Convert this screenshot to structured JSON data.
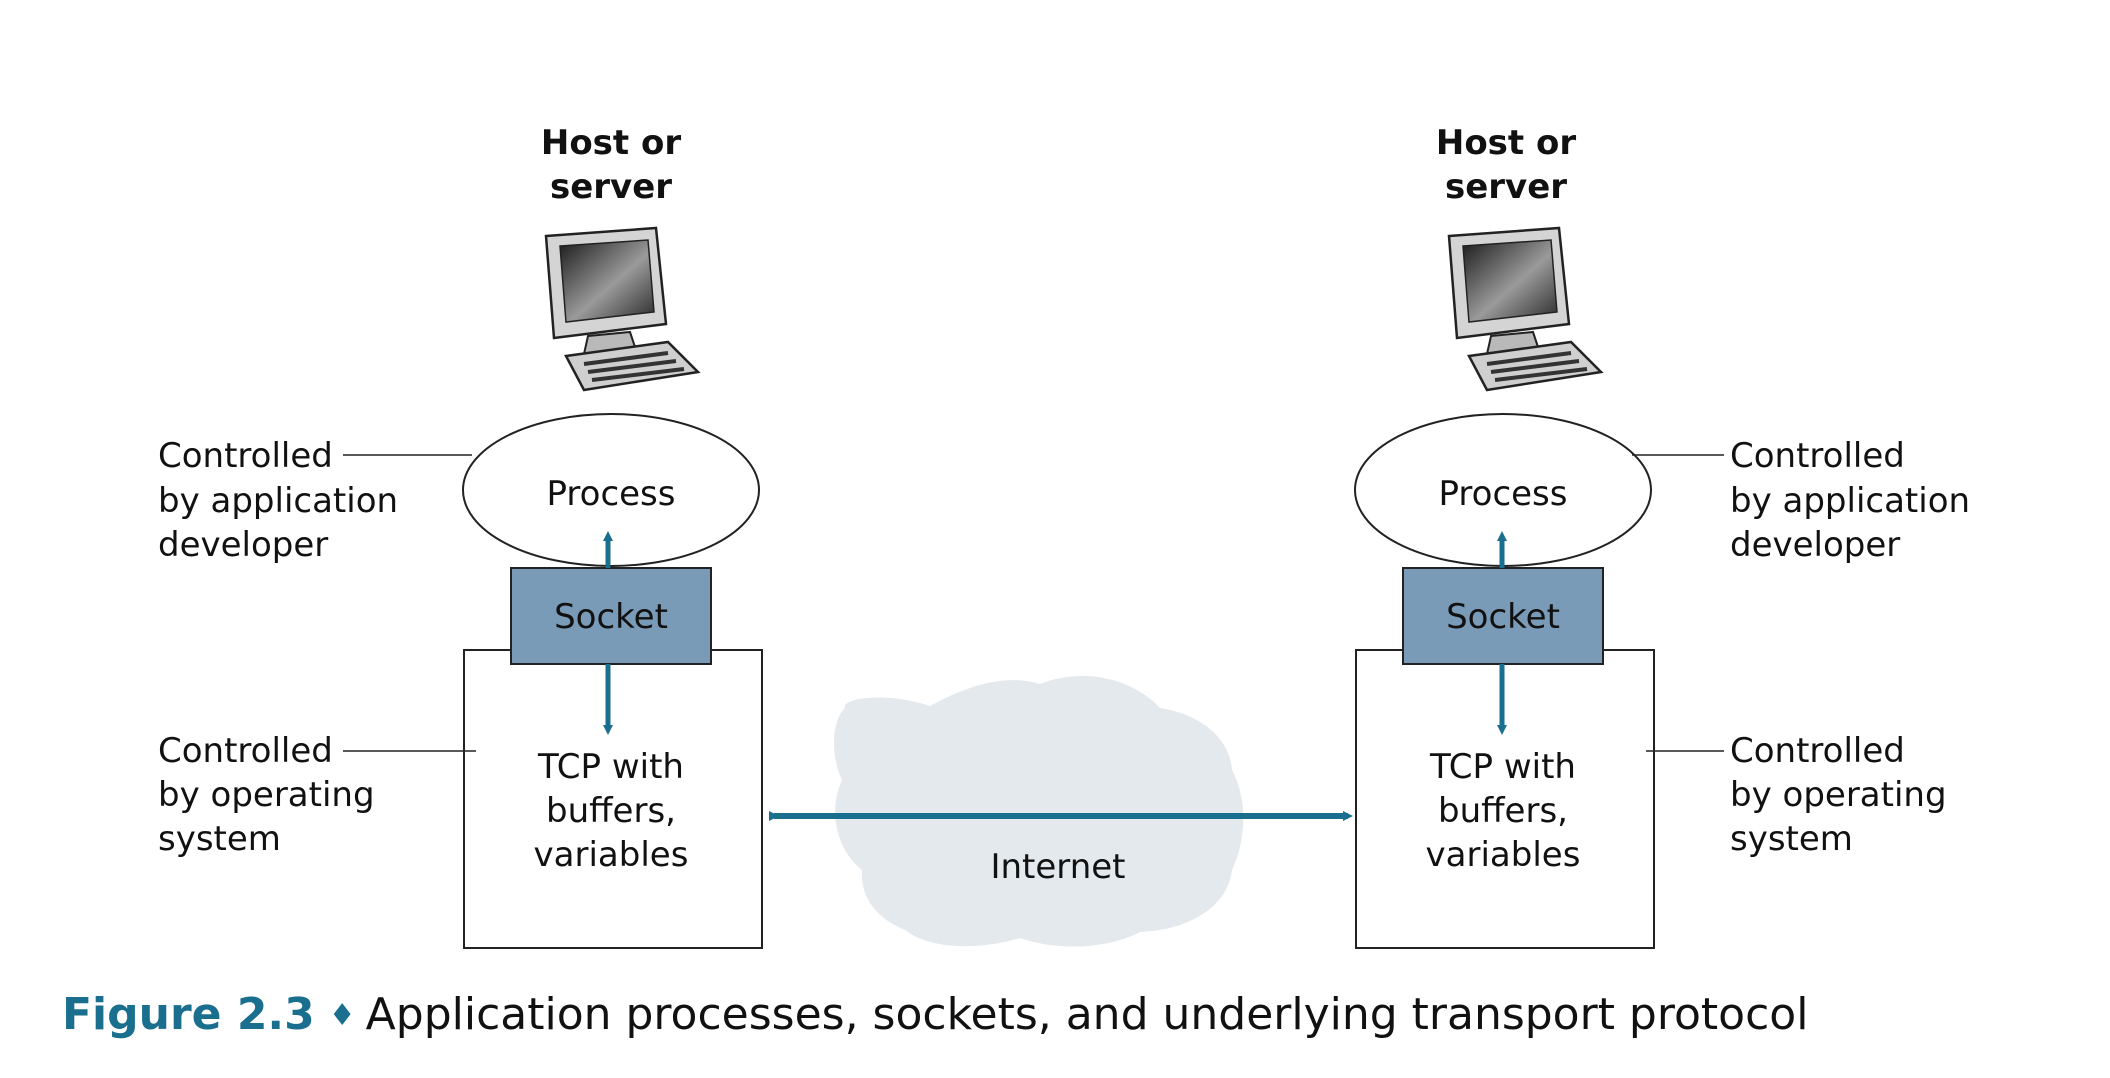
{
  "colors": {
    "accent": "#1a6e8e",
    "socket_fill": "#7a9bb8",
    "cloud_fill": "#e3e9ed",
    "arrow": "#1a6e8e"
  },
  "left_host": {
    "title_line1": "Host or",
    "title_line2": "server",
    "icon": "desktop-computer-icon",
    "process_label": "Process",
    "socket_label": "Socket",
    "tcp_line1": "TCP with",
    "tcp_line2": "buffers,",
    "tcp_line3": "variables",
    "app_note": [
      "Controlled",
      "by application",
      "developer"
    ],
    "os_note": [
      "Controlled",
      "by operating",
      "system"
    ]
  },
  "right_host": {
    "title_line1": "Host or",
    "title_line2": "server",
    "icon": "desktop-computer-icon",
    "process_label": "Process",
    "socket_label": "Socket",
    "tcp_line1": "TCP with",
    "tcp_line2": "buffers,",
    "tcp_line3": "variables",
    "app_note": [
      "Controlled",
      "by application",
      "developer"
    ],
    "os_note": [
      "Controlled",
      "by operating",
      "system"
    ]
  },
  "network": {
    "label": "Internet"
  },
  "caption": {
    "figure_label": "Figure 2.3",
    "separator": "♦",
    "text": "Application processes, sockets, and underlying transport protocol"
  }
}
